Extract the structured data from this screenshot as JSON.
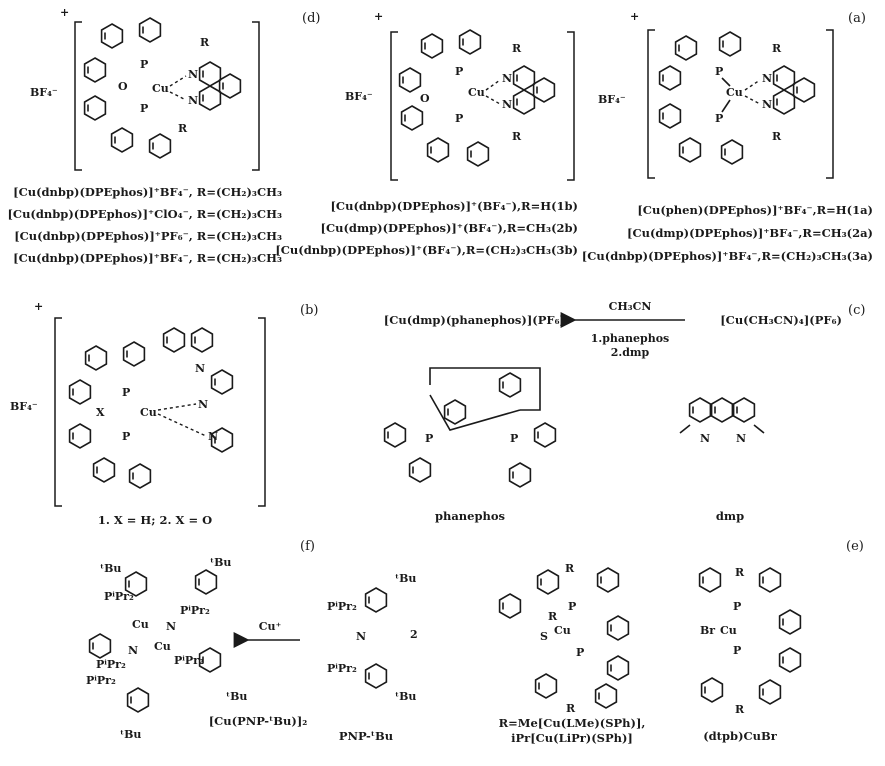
{
  "panels": {
    "a": "(a)",
    "b": "(b)",
    "c": "(c)",
    "d": "(d)",
    "e": "(e)",
    "f": "(f)"
  },
  "ions": {
    "charge": "+",
    "counter": "BF₄⁻",
    "cation": "Cu⁺"
  },
  "atoms": {
    "cu": "Cu",
    "p": "P",
    "n": "N",
    "o": "O",
    "x": "X",
    "r": "R",
    "br": "Br",
    "s": "S",
    "tbu": "ᵗBu",
    "pipr2": "PⁱPr₂"
  },
  "captions_a": [
    "[Cu(phen)(DPEphos)]⁺BF₄⁻,R=H(1a)",
    "[Cu(dmp)(DPEphos)]⁺BF₄⁻,R=CH₃(2a)",
    "[Cu(dnbp)(DPEphos)]⁺BF₄⁻,R=(CH₂)₃CH₃(3a)"
  ],
  "captions_d_mid": [
    "[Cu(dnbp)(DPEphos)]⁺(BF₄⁻),R=H(1b)",
    "[Cu(dmp)(DPEphos)]⁺(BF₄⁻),R=CH₃(2b)",
    "[Cu(dnbp)(DPEphos)]⁺(BF₄⁻),R=(CH₂)₃CH₃(3b)"
  ],
  "captions_d_left": [
    "[Cu(dnbp)(DPEphos)]⁺BF₄⁻, R=(CH₂)₃CH₃",
    "[Cu(dnbp)(DPEphos)]⁺ClO₄⁻, R=(CH₂)₃CH₃",
    "[Cu(dnbp)(DPEphos)]⁺PF₆⁻, R=(CH₂)₃CH₃",
    "[Cu(dnbp)(DPEphos)]⁺BF₄⁻, R=(CH₂)₃CH₃"
  ],
  "reaction_c": {
    "reactant": "[Cu(CH₃CN)₄](PF₆)",
    "product": "[Cu(dmp)(phanephos)](PF₆)",
    "above": "CH₃CN",
    "below": [
      "1.phanephos",
      "2.dmp"
    ]
  },
  "labels_c": {
    "dmp": "dmp",
    "phanephos": "phanephos"
  },
  "label_b": "1. X = H; 2. X = O",
  "captions_e": {
    "dtpb": "(dtpb)CuBr",
    "rlist": [
      "R=Me[Cu(LMe)(SPh)],",
      "iPr[Cu(LiPr)(SPh)]"
    ]
  },
  "captions_f": {
    "pnp": "PNP-ᵗBu",
    "dimer": "[Cu(PNP-ᵗBu)]₂",
    "two": "2",
    "cu_plus": "Cu⁺"
  }
}
